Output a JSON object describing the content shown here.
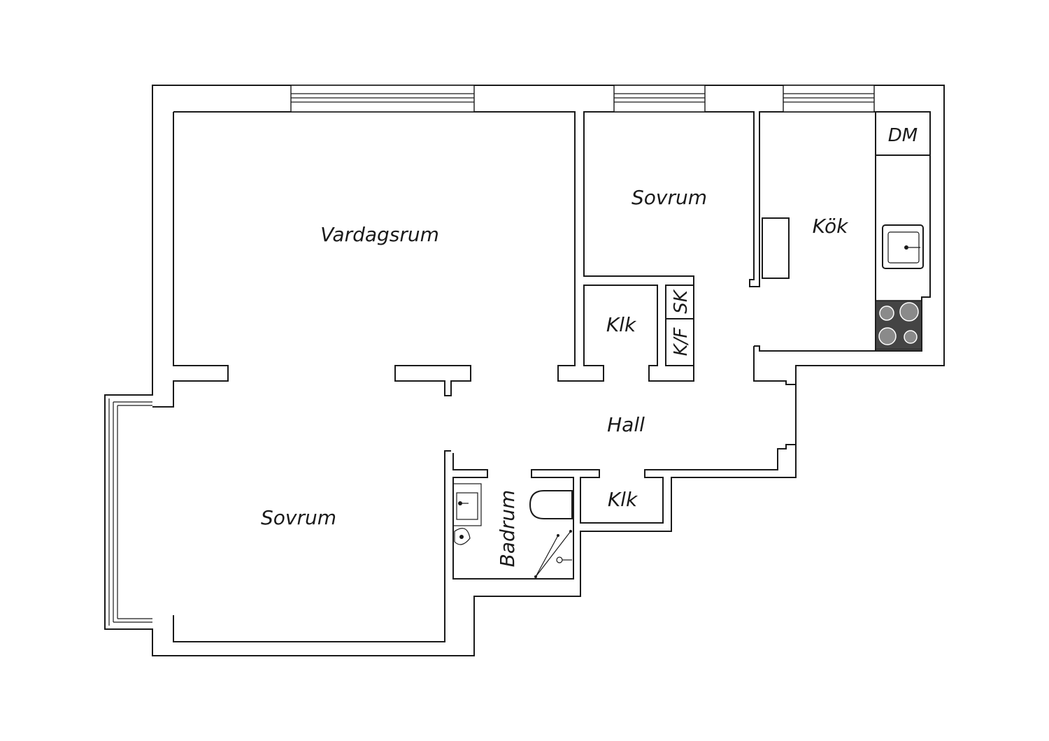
{
  "rooms": {
    "living_room": "Vardagsrum",
    "bedroom_1": "Sovrum",
    "bedroom_2": "Sovrum",
    "kitchen": "Kök",
    "hall": "Hall",
    "closet_1": "Klk",
    "closet_2": "Klk",
    "bathroom": "Badrum"
  },
  "fixtures": {
    "dishwasher": "DM",
    "cleaning_cabinet": "SK",
    "fridge_freezer": "K/F"
  },
  "colors": {
    "wall": "#1a1a1a",
    "hob": "#444444",
    "background": "#ffffff"
  }
}
